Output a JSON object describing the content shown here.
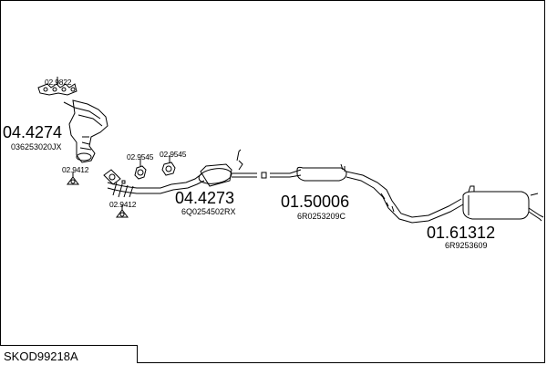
{
  "diagram": {
    "reference": "SKOD99218A",
    "parts": [
      {
        "number": "02.9822"
      },
      {
        "number": "04.4274",
        "oe": "036253020JX"
      },
      {
        "number": "02.9412"
      },
      {
        "number": "02.9545"
      },
      {
        "number": "02.9545"
      },
      {
        "number": "02.9412"
      },
      {
        "number": "04.4273",
        "oe": "6Q0254502RX"
      },
      {
        "number": "01.50006",
        "oe": "6R0253209C"
      },
      {
        "number": "01.61312",
        "oe": "6R9253609"
      }
    ]
  },
  "colors": {
    "line": "#000000",
    "background": "#ffffff"
  }
}
